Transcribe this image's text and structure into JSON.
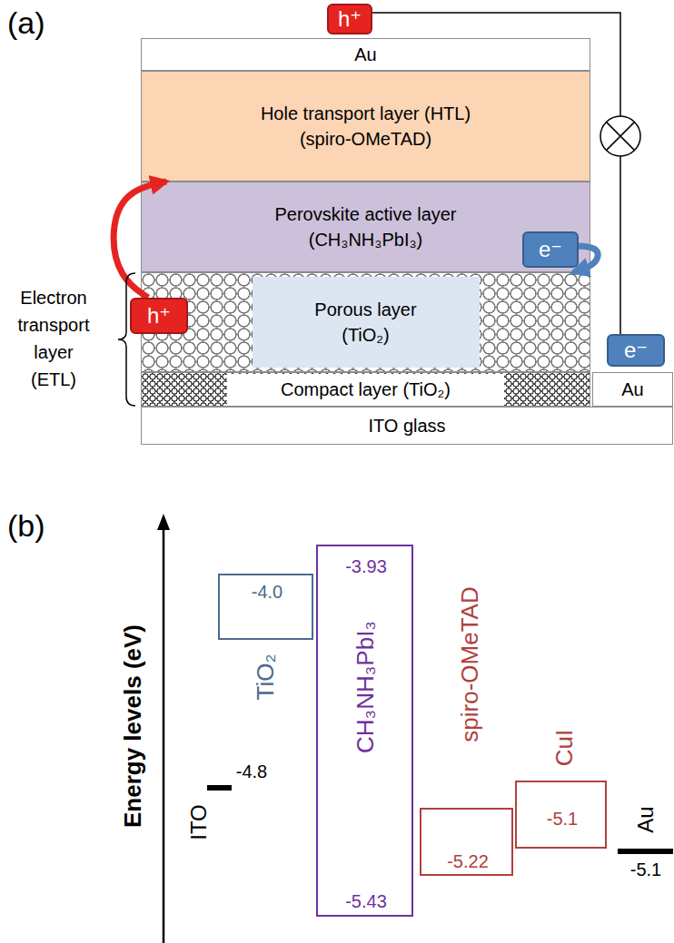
{
  "diagram": {
    "nodes": [
      {
        "text": [
          "h⁺"
        ]
      },
      {
        "text": [
          "Au"
        ]
      },
      {
        "text": [
          "Hole transport layer (HTL) (spiro-OMeTAD)"
        ]
      },
      {
        "text": [
          "Perovskite active layer (CH₃NH₃PbI₃)"
        ]
      },
      {
        "text": [
          "h⁺"
        ]
      },
      {
        "text": [
          "e⁻"
        ],
        "in": 3
      },
      {
        "text": [
          "Porous layer (TiO₂)"
        ]
      },
      {
        "text": [
          "e⁻"
        ]
      },
      {
        "text": [
          "Compact layer (TiO₂)"
        ]
      },
      {
        "text": [
          "Au"
        ]
      },
      {
        "text": [
          "ITO glass"
        ]
      },
      {
        "text": [
          "-4.0",
          "TiO₂"
        ]
      },
      {
        "text": [
          "-3.93",
          "-5.43",
          "CH₃NH₃PbI₃"
        ]
      },
      {
        "text": [
          "-5.22",
          "spiro-OMeTAD"
        ]
      },
      {
        "text": [
          "-5.1",
          "CuI"
        ]
      }
    ],
    "edges": [
      {
        "from": 4,
        "to": 2,
        "arrow": "to"
      },
      {
        "from": 5,
        "to": 6,
        "arrow": "to"
      },
      {
        "from": 0,
        "to": 7,
        "arrow": "none"
      }
    ],
    "labels": [
      "(a)",
      "Electron transport layer (ETL)",
      "(b)",
      "Energy levels (eV)",
      "-4.8",
      "ITO",
      "Au",
      "-5.1"
    ]
  }
}
